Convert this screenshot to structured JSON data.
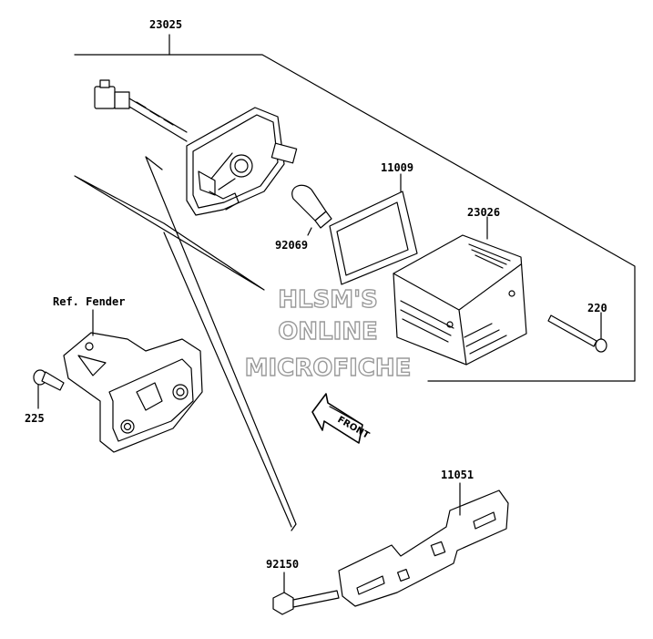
{
  "parts": {
    "p23025": "23025",
    "p11009": "11009",
    "p92069": "92069",
    "p23026": "23026",
    "p220": "220",
    "ref_fender": "Ref. Fender",
    "p225": "225",
    "p11051": "11051",
    "p92150": "92150"
  },
  "watermark": {
    "line1": "HLSM'S",
    "line2": "ONLINE",
    "line3": "MICROFICHE"
  },
  "front_label": "FRONT"
}
